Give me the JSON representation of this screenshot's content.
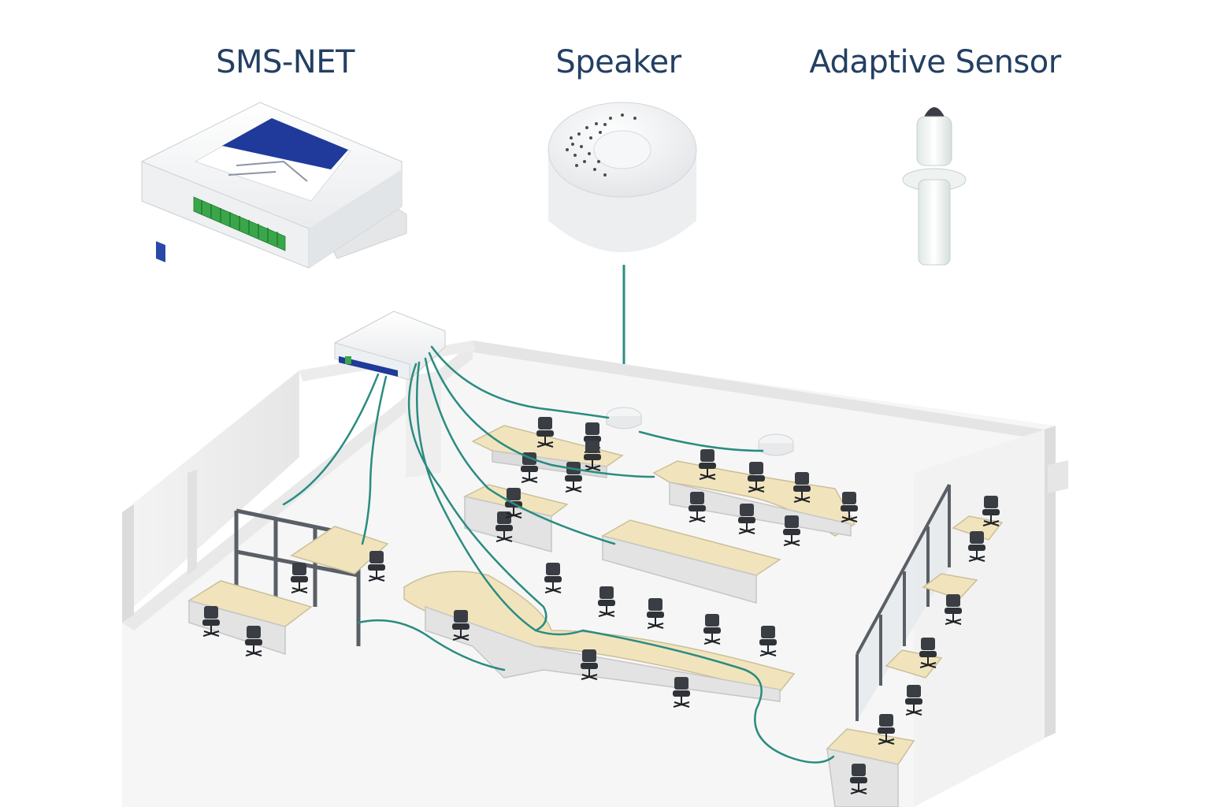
{
  "labels": {
    "controller": "SMS-NET",
    "speaker": "Speaker",
    "sensor": "Adaptive Sensor"
  },
  "colors": {
    "label_text": "#233f63",
    "cable": "#2a8c80",
    "desk_top": "#f1e4bd",
    "device_body": "#f5f6f7",
    "controller_panel": "#1f3a9a",
    "terminal_block": "#3aa64a"
  }
}
